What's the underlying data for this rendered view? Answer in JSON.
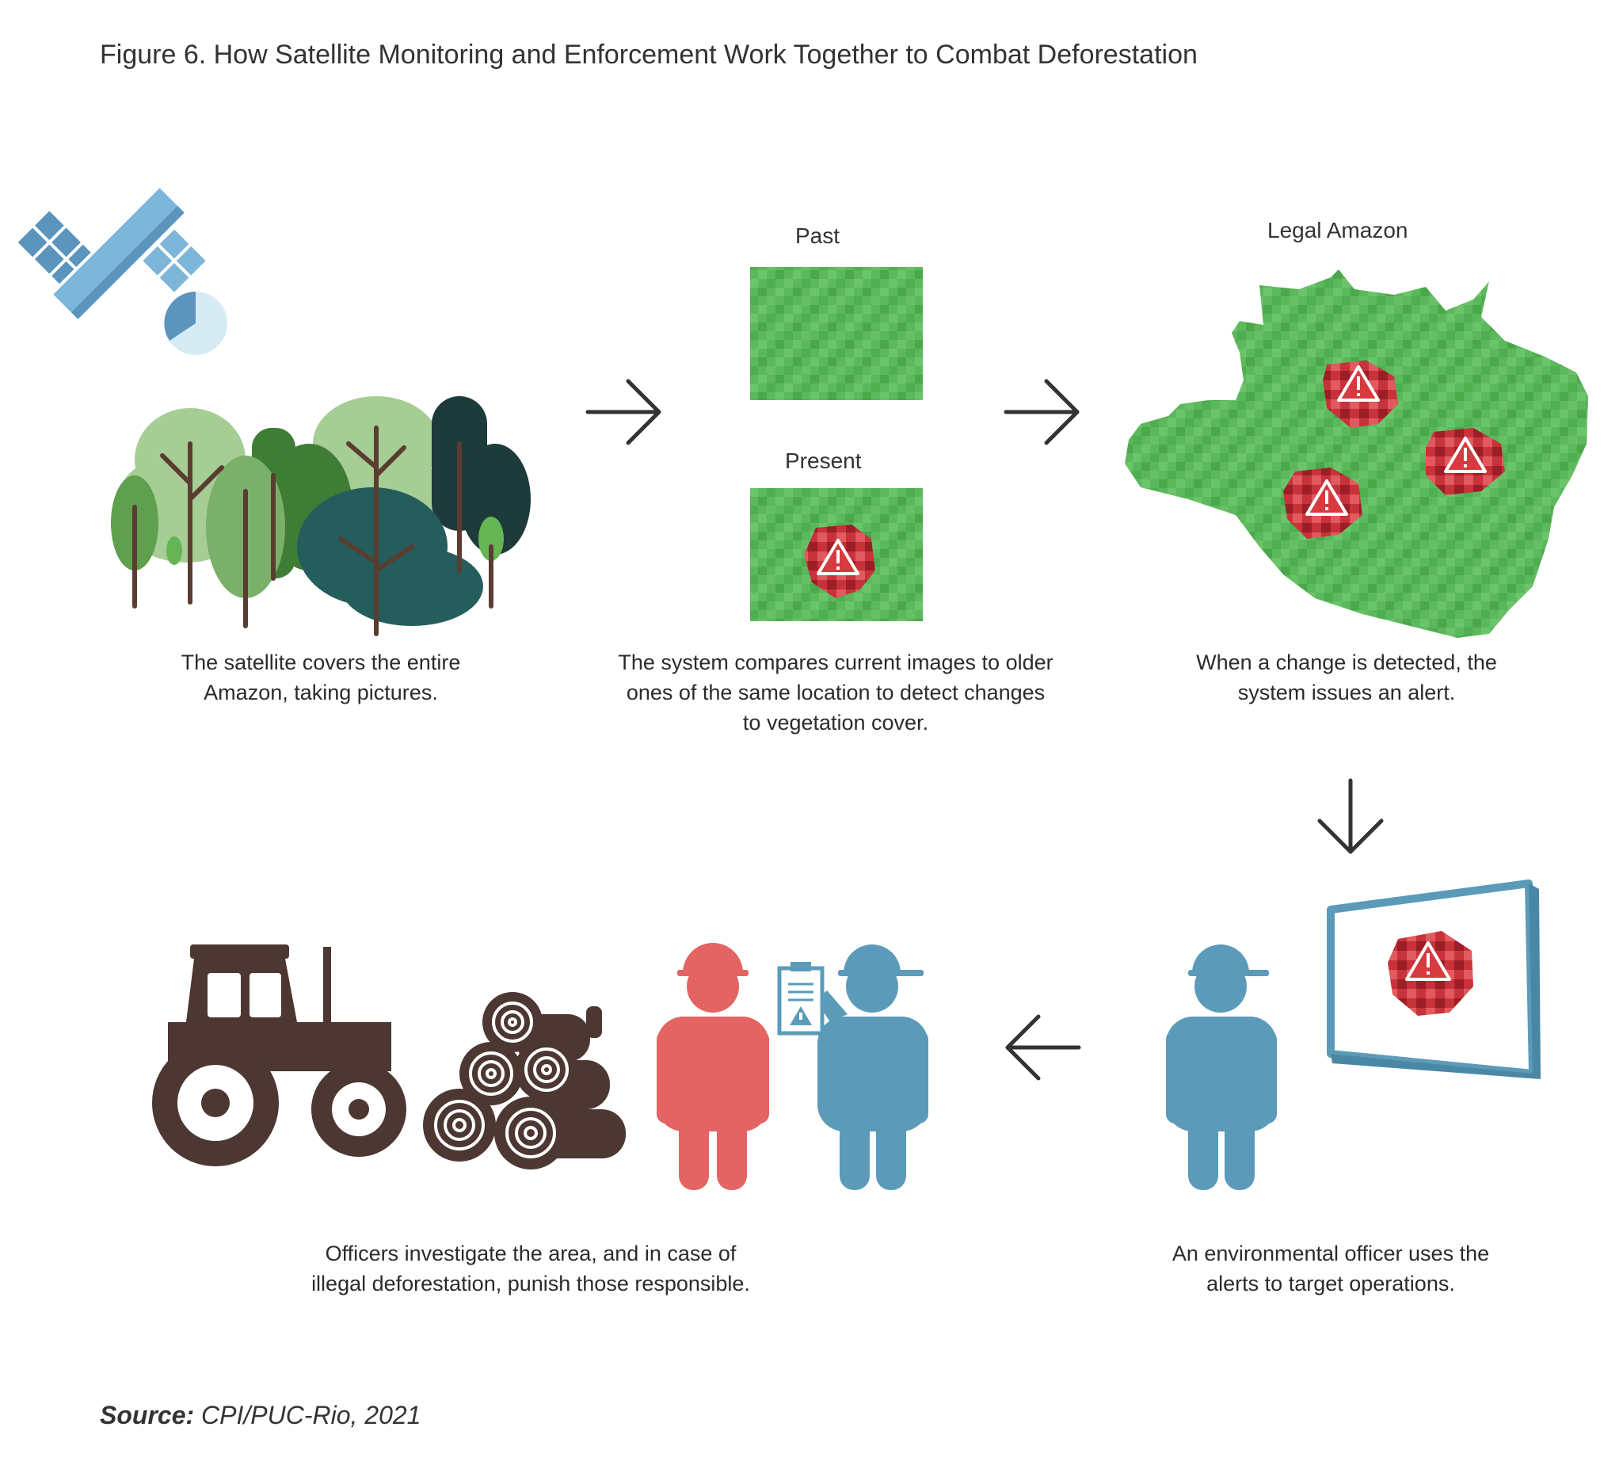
{
  "figure": {
    "title": "Figure 6. How Satellite Monitoring and Enforcement Work Together to Combat Deforestation"
  },
  "steps": {
    "satellite_caption": "The satellite covers the entire Amazon, taking pictures.",
    "compare_caption": "The system compares current images to older ones of the same location to detect changes to vegetation cover.",
    "alert_caption": "When a change is detected, the system issues an alert.",
    "officer_caption": "An environmental officer uses the alerts to target operations.",
    "investigate_caption": "Officers investigate the area, and in case of illegal deforestation, punish those responsible."
  },
  "labels": {
    "past": "Past",
    "present": "Present",
    "legal_amazon": "Legal Amazon"
  },
  "source": {
    "prefix": "Source:",
    "text": "CPI/PUC-Rio, 2021"
  },
  "colors": {
    "forest_green": "#5cb85c",
    "alert_red": "#c8323a",
    "officer_blue": "#5b9bb9",
    "offender_red": "#e46463",
    "machinery_brown": "#4d3732",
    "satellite_blue": "#7db6d8"
  }
}
